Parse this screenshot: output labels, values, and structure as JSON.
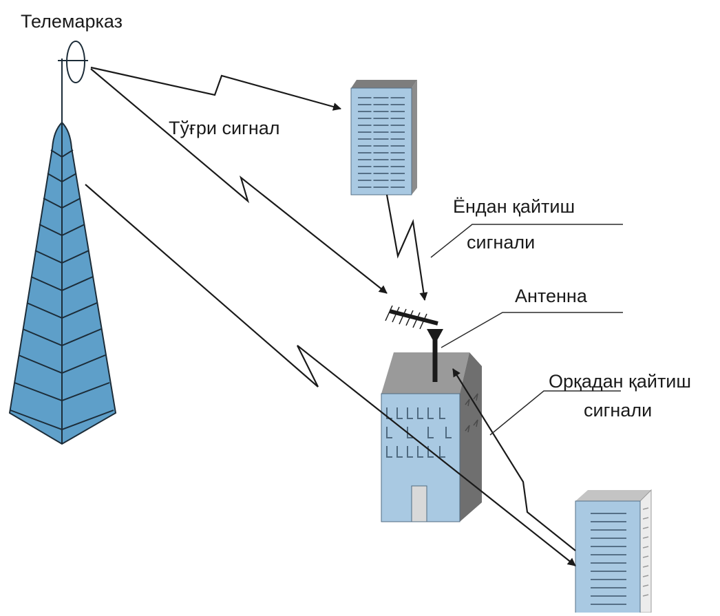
{
  "labels": {
    "telecenter": "Телемарказ",
    "direct_signal": "Тўғри сигнал",
    "side_reflection_line1": "Ёндан қайтиш",
    "side_reflection_line2": "сигнали",
    "antenna": "Антенна",
    "back_reflection_line1": "Орқадан қайтиш",
    "back_reflection_line2": "сигнали"
  },
  "colors": {
    "tower_fill": "#5e9fc9",
    "tower_stroke": "#1c2c38",
    "building_front": "#a9c9e2",
    "building_side": "#7f7f7f",
    "building_roof": "#9a9a9a",
    "window_stroke": "#556f86",
    "arrow": "#1a1a1a",
    "door": "#d9d9d9"
  }
}
